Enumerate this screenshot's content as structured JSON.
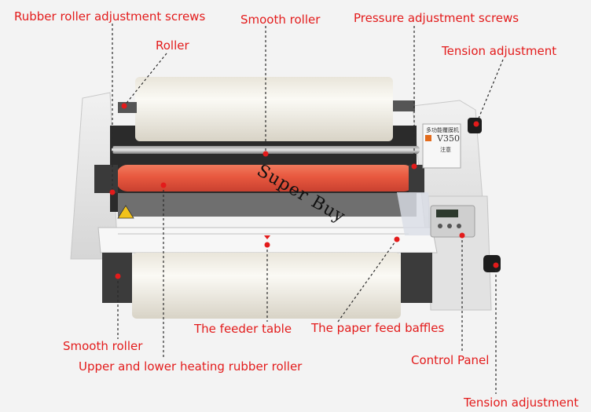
{
  "labels": {
    "rubber_roller_screws": "Rubber roller adjustment screws",
    "smooth_roller_top": "Smooth roller",
    "pressure_screws": "Pressure adjustment screws",
    "roller": "Roller",
    "tension_top": "Tension adjustment",
    "feeder_table": "The feeder table",
    "paper_feed_baffles": "The paper feed baffles",
    "smooth_roller_bottom": "Smooth roller",
    "heating_roller": "Upper and lower heating rubber roller",
    "control_panel": "Control Panel",
    "tension_bottom": "Tension adjustment"
  },
  "watermark": "Super Buy",
  "machine": {
    "model": "V350",
    "brand_cn": "多功能覆膜机",
    "warning_cn": "注意"
  },
  "colors": {
    "label": "#e31b1b",
    "heating_roller": "#e8583f",
    "film_roll": "#f6f3ea",
    "body": "#e9e9e9"
  }
}
